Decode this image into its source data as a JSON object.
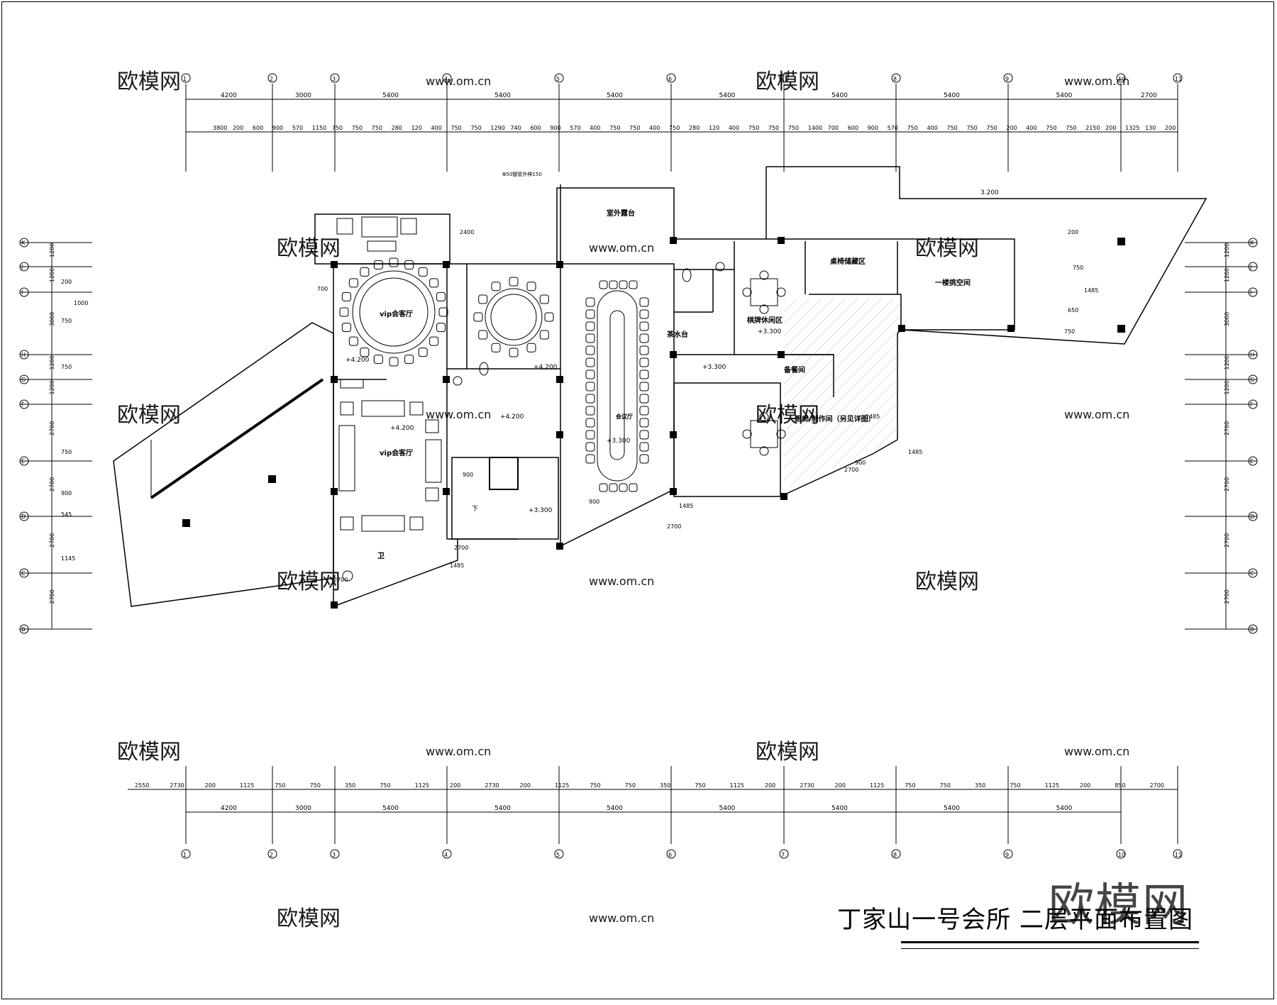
{
  "drawing": {
    "title": "丁家山一号会所   二层平面布置图",
    "logo": "欧模网",
    "watermark_cn": "欧模网",
    "watermark_url": "www.om.cn"
  },
  "axes": {
    "columns": [
      "①",
      "②",
      "③",
      "④",
      "⑤",
      "⑥",
      "⑦",
      "⑧",
      "⑨",
      "⑩",
      "⑪"
    ],
    "rows": [
      "Ⓚ",
      "Ⓙ",
      "Ⓗ",
      "Ⓖ",
      "Ⓕ",
      "Ⓔ",
      "Ⓓ",
      "Ⓒ",
      "Ⓑ",
      "Ⓐ"
    ]
  },
  "dimensions": {
    "top_main": [
      "4200",
      "3000",
      "5400",
      "5400",
      "5400",
      "5400",
      "5400",
      "5400",
      "5400",
      "2700"
    ],
    "top_detail": [
      "3800",
      "200",
      "600",
      "900",
      "570",
      "1150",
      "750",
      "750",
      "750",
      "280",
      "120",
      "400",
      "750",
      "750",
      "1290",
      "740",
      "600",
      "900",
      "570",
      "400",
      "750",
      "750",
      "400",
      "750",
      "280",
      "120",
      "400",
      "750",
      "750",
      "750",
      "1400",
      "700",
      "600",
      "900",
      "570",
      "750",
      "400",
      "750",
      "750",
      "750",
      "200",
      "400",
      "750",
      "750",
      "2150",
      "200",
      "1325",
      "130",
      "200"
    ],
    "bottom_main": [
      "4200",
      "3000",
      "5400",
      "5400",
      "5400",
      "5400",
      "5400",
      "5400",
      "5400"
    ],
    "bottom_detail": [
      "2550",
      "2730",
      "200",
      "1125",
      "750",
      "750",
      "350",
      "750",
      "1125",
      "200",
      "2730",
      "200",
      "1125",
      "750",
      "750",
      "350",
      "750",
      "1125",
      "200",
      "2730",
      "200",
      "1125",
      "750",
      "750",
      "350",
      "750",
      "1125",
      "200",
      "850",
      "2700"
    ],
    "left": [
      "1200",
      "1200",
      "3000",
      "1200",
      "1200",
      "2700",
      "2700",
      "2700",
      "2700"
    ],
    "right": [
      "1200",
      "1200",
      "3000",
      "1200",
      "1200",
      "2700",
      "2700",
      "2700",
      "2700"
    ],
    "misc": [
      "2400",
      "700",
      "200",
      "1000",
      "750",
      "750",
      "750",
      "900",
      "545",
      "1145",
      "1485",
      "900",
      "2700",
      "1485",
      "900",
      "2700",
      "1485",
      "900",
      "2700",
      "1485",
      "200",
      "750",
      "1485",
      "650",
      "750",
      "2700"
    ]
  },
  "rooms": {
    "outdoor_terrace": "室外露台",
    "vip_room_1": "vip会客厅",
    "vip_room_2": "vip会客厅",
    "chess_area": "棋牌休闲区",
    "storage": "桌椅储藏区",
    "void": "一楼挑空间",
    "tea_bar": "茶水台",
    "service": "备餐间",
    "kitchen": "厨房/制作间（另见详图）",
    "toilet": "卫",
    "meeting": "会议厅",
    "pipe_note": "Φ50镀管外伸150",
    "stair_down": "下"
  },
  "levels": {
    "l1": "+4.200",
    "l2": "+4.200",
    "l3": "+4.200",
    "l4": "+4.200",
    "l5": "+3.300",
    "l6": "+3.300",
    "l7": "+3.300",
    "l8": "+3.300",
    "roof": "3.200"
  }
}
